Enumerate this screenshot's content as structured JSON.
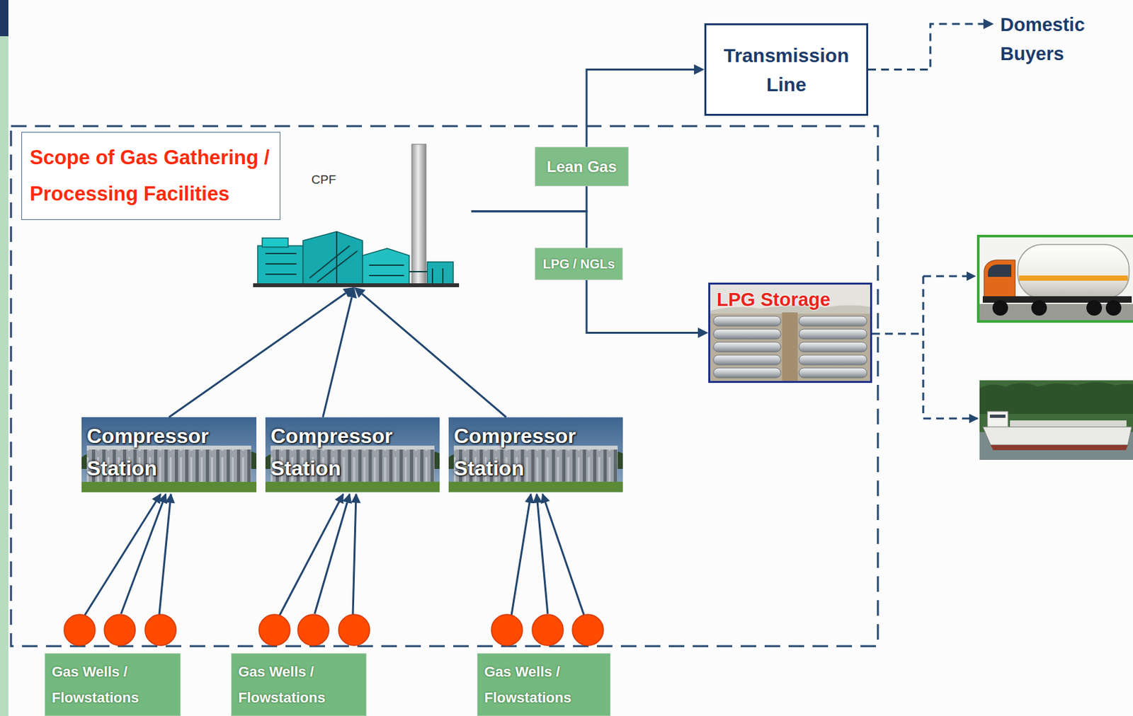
{
  "diagram": {
    "nodes": [
      {
        "text": [
          "Transmission Line"
        ]
      },
      {
        "text": [
          "Domestic Buyers"
        ]
      },
      {
        "text": [
          "Scope of Gas Gathering / Processing Facilities"
        ]
      },
      {
        "text": [
          "CPF"
        ],
        "in": 2
      },
      {
        "text": [
          "LPG Storage"
        ],
        "in": 2
      },
      {
        "text": [
          "Compressor Station"
        ],
        "in": 2
      },
      {
        "text": [
          "Compressor Station"
        ],
        "in": 2
      },
      {
        "text": [
          "Compressor Station"
        ],
        "in": 2
      },
      {
        "text": [
          "Gas Wells / Flowstations"
        ]
      },
      {
        "text": [
          "Gas Wells / Flowstations"
        ]
      },
      {
        "text": [
          "Gas Wells / Flowstations"
        ]
      }
    ],
    "edges": [
      {
        "from": 5,
        "to": 3,
        "arrow": "to"
      },
      {
        "from": 6,
        "to": 3,
        "arrow": "to"
      },
      {
        "from": 7,
        "to": 3,
        "arrow": "to"
      },
      {
        "from": 3,
        "to": 0,
        "label": "Lean Gas",
        "arrow": "to"
      },
      {
        "from": 3,
        "to": 4,
        "label": "LPG / NGLs",
        "arrow": "to"
      },
      {
        "from": 0,
        "to": 1,
        "arrow": "to"
      }
    ]
  }
}
